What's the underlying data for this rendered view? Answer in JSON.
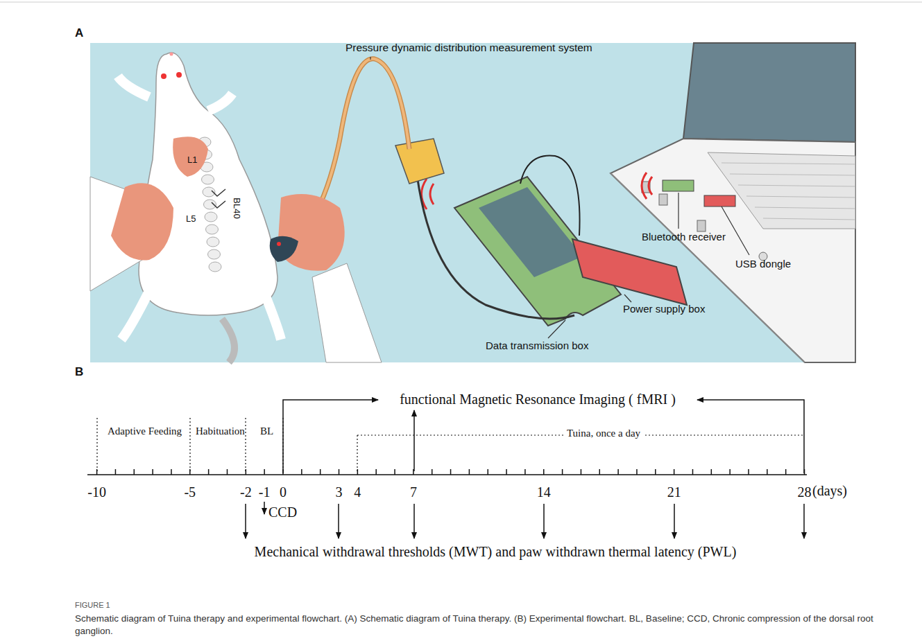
{
  "diagram": {
    "title": "FIGURE 1",
    "caption": "Schematic diagram of Tuina therapy and experimental flowchart. (A) Schematic diagram of Tuina therapy. (B) Experimental flowchart. BL, Baseline; CCD, Chronic compression of the dorsal root ganglion.",
    "labels": [
      "A",
      "Pressure dynamic distribution measurement system",
      "L1",
      "L5",
      "BL40",
      "Bluetooth receiver",
      "USB dongle",
      "Power supply box",
      "Data transmission box",
      "B",
      "functional Magnetic Resonance Imaging ( fMRI )",
      "Adaptive Feeding",
      "Habituation",
      "BL",
      "Tuina, once a day",
      "-10",
      "-5",
      "-2",
      "-1",
      "0",
      "3",
      "4",
      "7",
      "14",
      "21",
      "28",
      "(days)",
      "CCD",
      "Mechanical withdrawal thresholds (MWT) and paw withdrawn thermal latency (PWL)"
    ]
  }
}
